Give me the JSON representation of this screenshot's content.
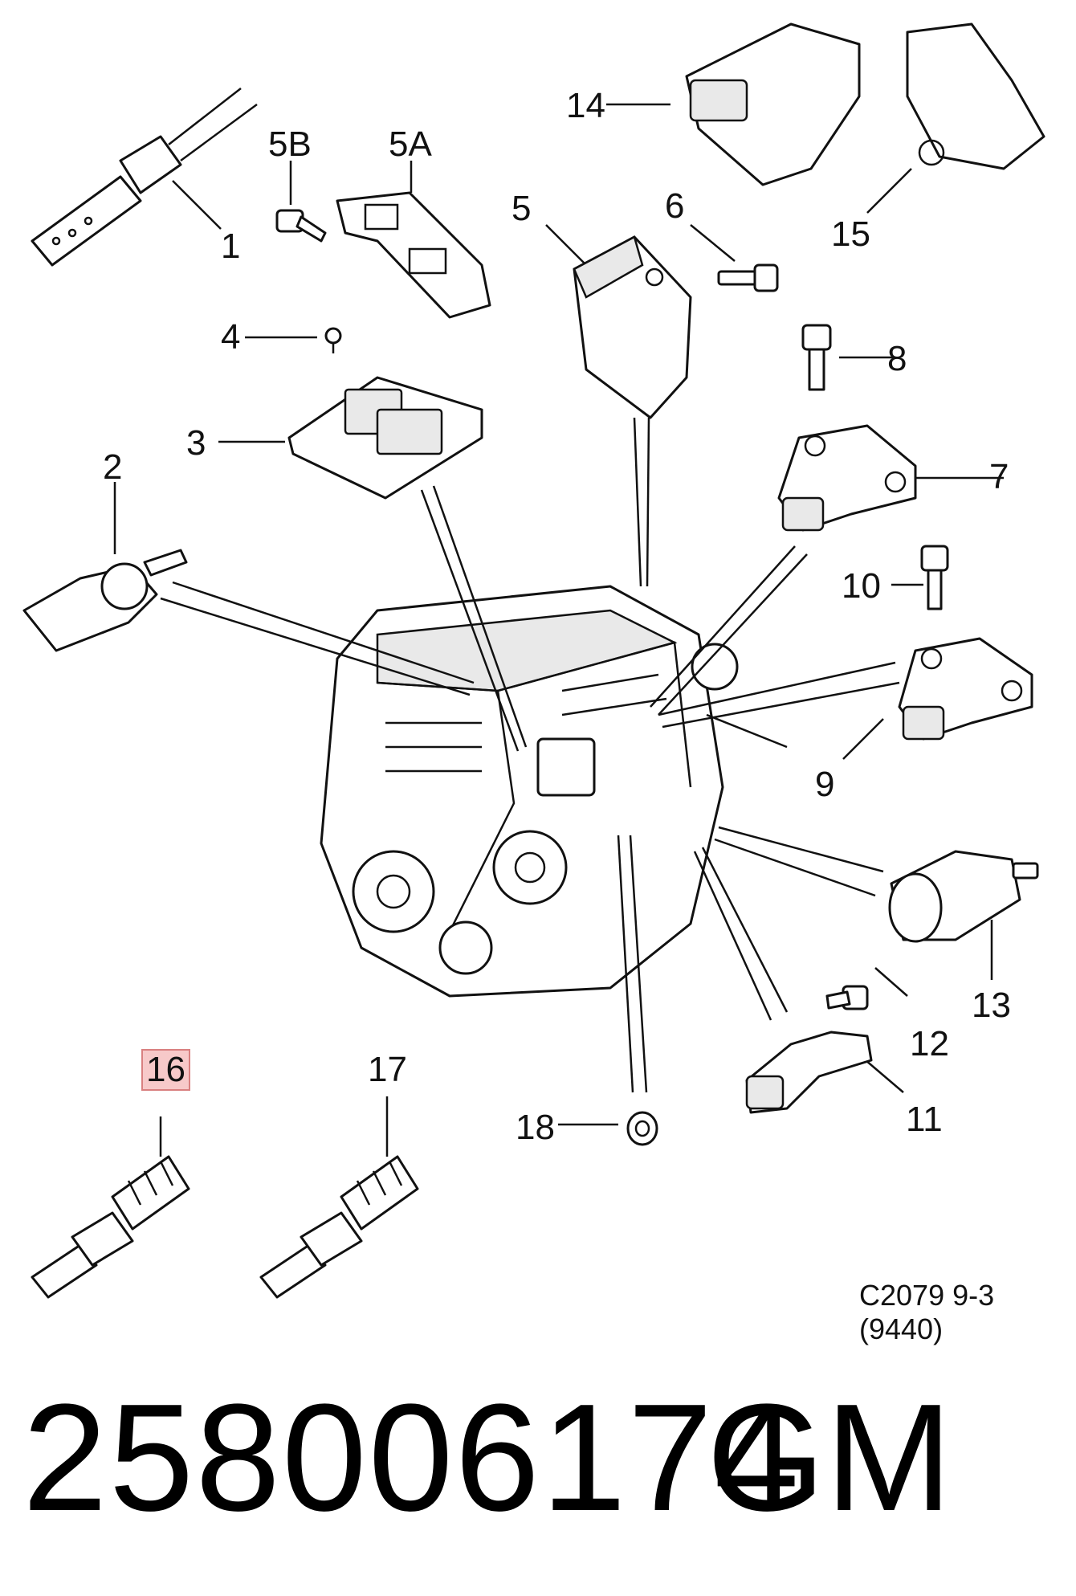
{
  "callouts": [
    {
      "id": "c1",
      "text": "1"
    },
    {
      "id": "c2",
      "text": "2"
    },
    {
      "id": "c3",
      "text": "3"
    },
    {
      "id": "c4",
      "text": "4"
    },
    {
      "id": "c5",
      "text": "5"
    },
    {
      "id": "c5a",
      "text": "5A"
    },
    {
      "id": "c5b",
      "text": "5B"
    },
    {
      "id": "c6",
      "text": "6"
    },
    {
      "id": "c7",
      "text": "7"
    },
    {
      "id": "c8",
      "text": "8"
    },
    {
      "id": "c9",
      "text": "9"
    },
    {
      "id": "c10",
      "text": "10"
    },
    {
      "id": "c11",
      "text": "11"
    },
    {
      "id": "c12",
      "text": "12"
    },
    {
      "id": "c13",
      "text": "13"
    },
    {
      "id": "c14",
      "text": "14"
    },
    {
      "id": "c15",
      "text": "15"
    },
    {
      "id": "c16",
      "text": "16",
      "highlighted": true
    },
    {
      "id": "c17",
      "text": "17"
    },
    {
      "id": "c18",
      "text": "18"
    }
  ],
  "diagram_code": "C2079 9-3 (9440)",
  "part_number": "258006174",
  "brand": "GM",
  "highlight_color": "#f7c9c9"
}
